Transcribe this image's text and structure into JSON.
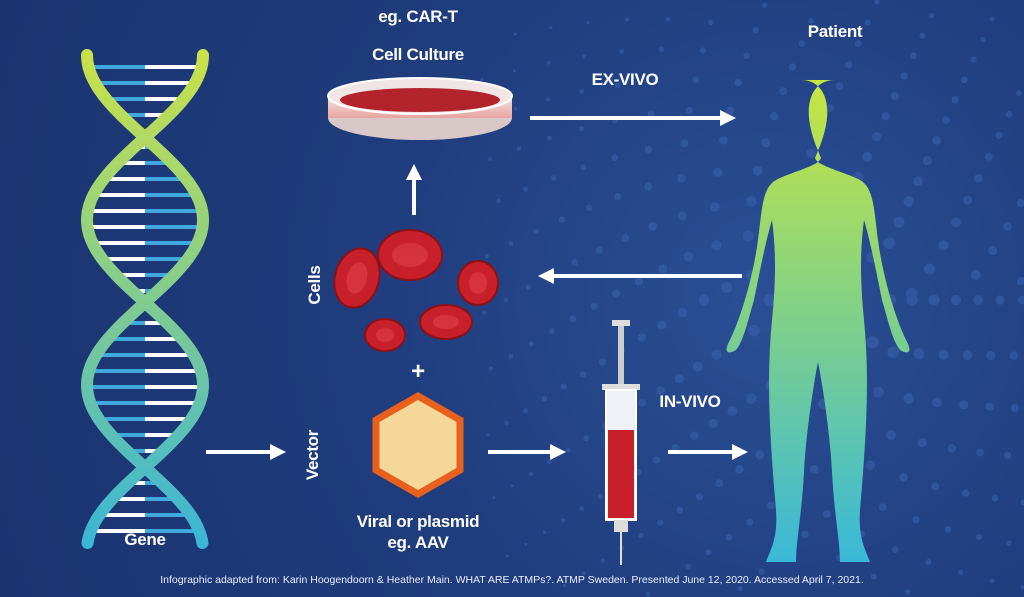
{
  "labels": {
    "culture_line1": "eg. CAR-T",
    "culture_line2": "Cell Culture",
    "ex_vivo": "EX-VIVO",
    "patient": "Patient",
    "cells": "Cells",
    "plus": "+",
    "vector": "Vector",
    "in_vivo": "IN-VIVO",
    "gene": "Gene",
    "vector_line1": "Viral or plasmid",
    "vector_line2": "eg. AAV"
  },
  "footer": "Infographic adapted from: Karin Hoogendoorn & Heather Main. WHAT ARE ATMPs?. ATMP Sweden. Presented June 12, 2020. Accessed April 7, 2021.",
  "colors": {
    "background": "#1f3c7c",
    "cell": "#c8202a",
    "hexagon_fill": "#f6d79a",
    "hexagon_stroke": "#e8601c",
    "body_top": "#c8e640",
    "body_bottom": "#39b8d8"
  }
}
